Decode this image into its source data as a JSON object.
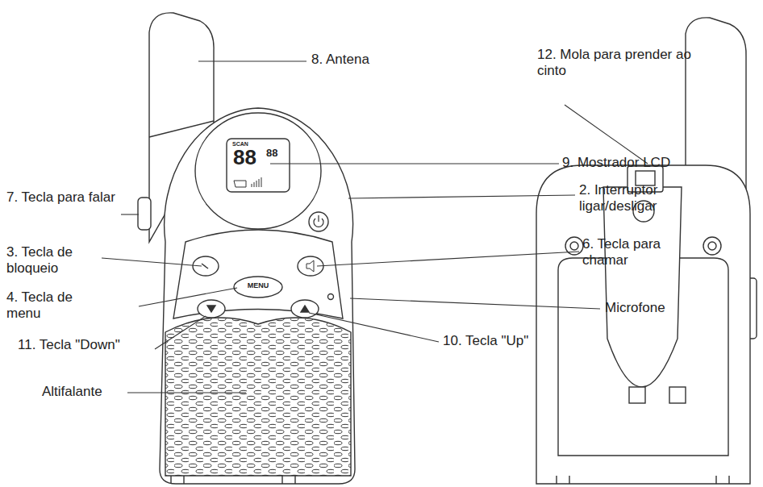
{
  "diagram": {
    "labels": [
      "8. Antena",
      "12. Mola para prender ao cinto",
      "9. Mostrador LCD",
      "2. Interruptor ligar/desligar",
      "7. Tecla para falar",
      "3. Tecla de bloqueio",
      "6. Tecla para chamar",
      "4. Tecla de menu",
      "Microfone",
      "10. Tecla \"Up\"",
      "11. Tecla \"Down\"",
      "Altifalante",
      "SCAN",
      "88",
      "88",
      "MENU"
    ]
  }
}
